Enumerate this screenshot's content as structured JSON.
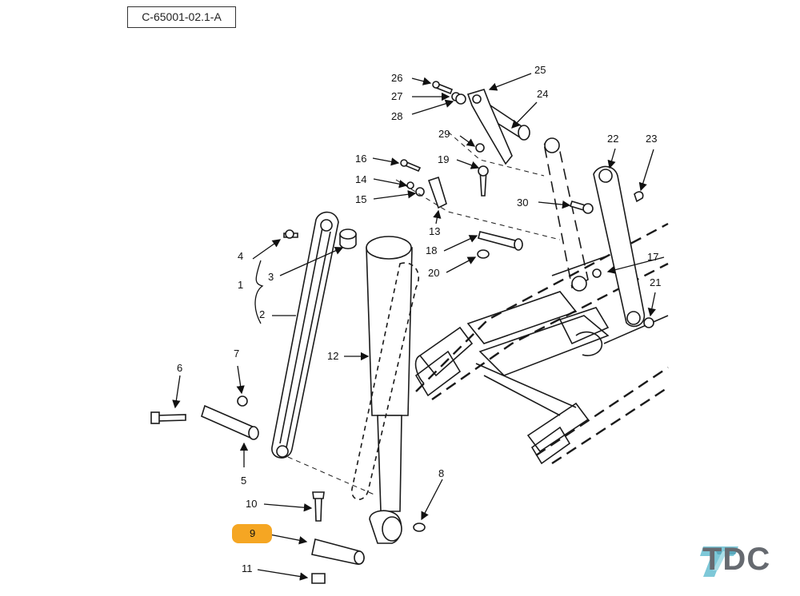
{
  "diagram": {
    "reference_code": "C-65001-02.1-A",
    "highlighted_callout": "9",
    "highlight_color": "#f5a623",
    "callouts": {
      "c1": "1",
      "c2": "2",
      "c3": "3",
      "c4": "4",
      "c5": "5",
      "c6": "6",
      "c7": "7",
      "c8": "8",
      "c9": "9",
      "c10": "10",
      "c11": "11",
      "c12": "12",
      "c13": "13",
      "c14": "14",
      "c15": "15",
      "c16": "16",
      "c17": "17",
      "c18": "18",
      "c19": "19",
      "c20": "20",
      "c21": "21",
      "c22": "22",
      "c23": "23",
      "c24": "24",
      "c25": "25",
      "c26": "26",
      "c27": "27",
      "c28": "28",
      "c29": "29",
      "c30": "30"
    }
  },
  "logo": {
    "text": "TDC",
    "icon": "tdc-logo-icon",
    "icon_color": "#7ec8d8"
  }
}
